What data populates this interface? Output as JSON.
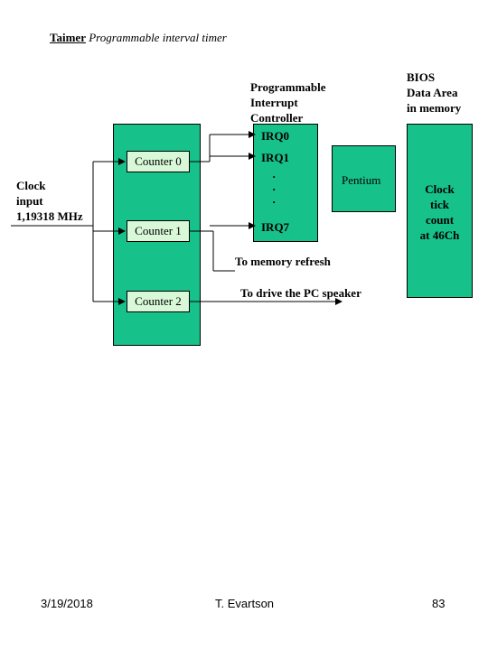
{
  "title": {
    "bold": "Taimer",
    "italic": "Programmable interval timer"
  },
  "pic_label": [
    "Programmable",
    "Interrupt",
    "Controller"
  ],
  "bios_label": [
    "BIOS",
    "Data Area",
    "in memory"
  ],
  "clock_input": [
    "Clock",
    "input",
    "1,19318 MHz"
  ],
  "counters": [
    "Counter 0",
    "Counter 1",
    "Counter 2"
  ],
  "irq": {
    "irq0": "IRQ0",
    "irq1": "IRQ1",
    "dots": [
      "·",
      "·",
      "·"
    ],
    "irq7": "IRQ7"
  },
  "pentium": "Pentium",
  "clock_tick": [
    "Clock",
    "tick",
    "count",
    "at 46Ch"
  ],
  "memory_refresh": "To memory refresh",
  "pc_speaker": "To drive the PC speaker",
  "footer": {
    "date": "3/19/2018",
    "author": "T. Evartson",
    "page": "83"
  },
  "colors": {
    "block_green": "#17c18a",
    "counter_fill": "#d8f8d8"
  }
}
